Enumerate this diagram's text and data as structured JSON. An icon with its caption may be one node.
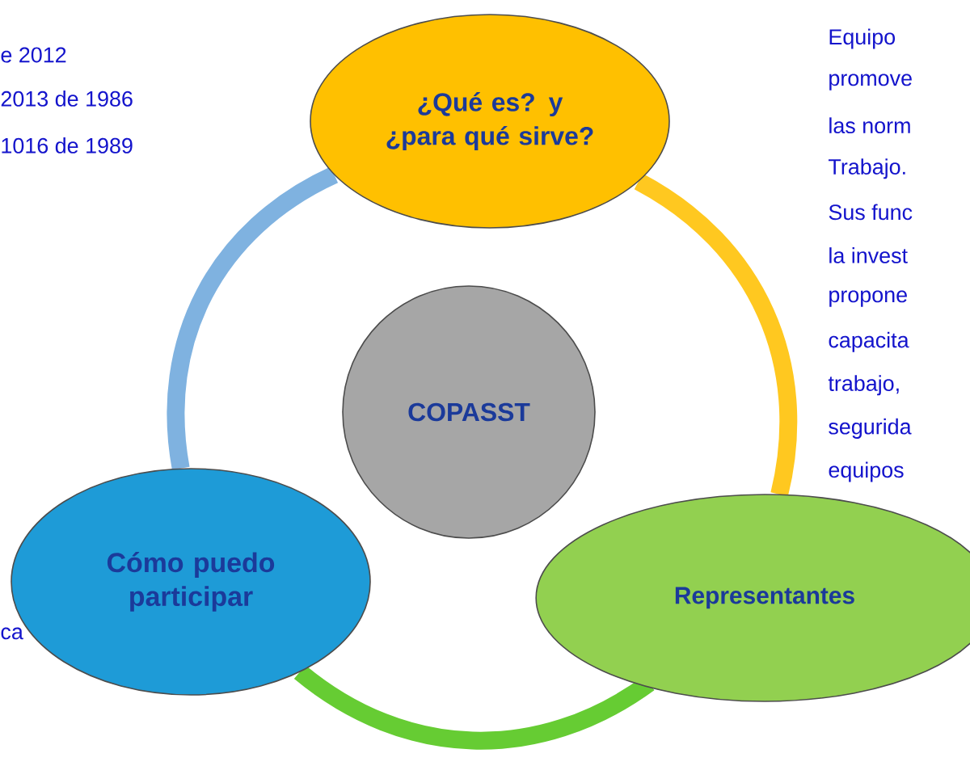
{
  "diagram": {
    "nodes": [
      {
        "text": [
          "¿Qué es? y ¿para qué sirve?"
        ]
      },
      {
        "text": [
          "COPASST"
        ]
      },
      {
        "text": [
          "Representantes"
        ]
      },
      {
        "text": [
          "Cómo puedo participar"
        ]
      }
    ],
    "edges": [
      {
        "from": 3,
        "to": 0,
        "arrow": "none",
        "color": "#7fb2e0"
      },
      {
        "from": 0,
        "to": 2,
        "arrow": "none",
        "color": "#ffc820"
      },
      {
        "from": 2,
        "to": 3,
        "arrow": "none",
        "color": "#66cc33"
      }
    ],
    "labels": [
      "e 2012",
      "2013 de 1986",
      "1016 de 1989",
      "Equipo",
      "promove",
      "las norm",
      "Trabajo.",
      "Sus func",
      "la invest",
      "propone",
      "capacita",
      "trabajo,",
      "segurida",
      "equipos",
      "ca"
    ]
  }
}
